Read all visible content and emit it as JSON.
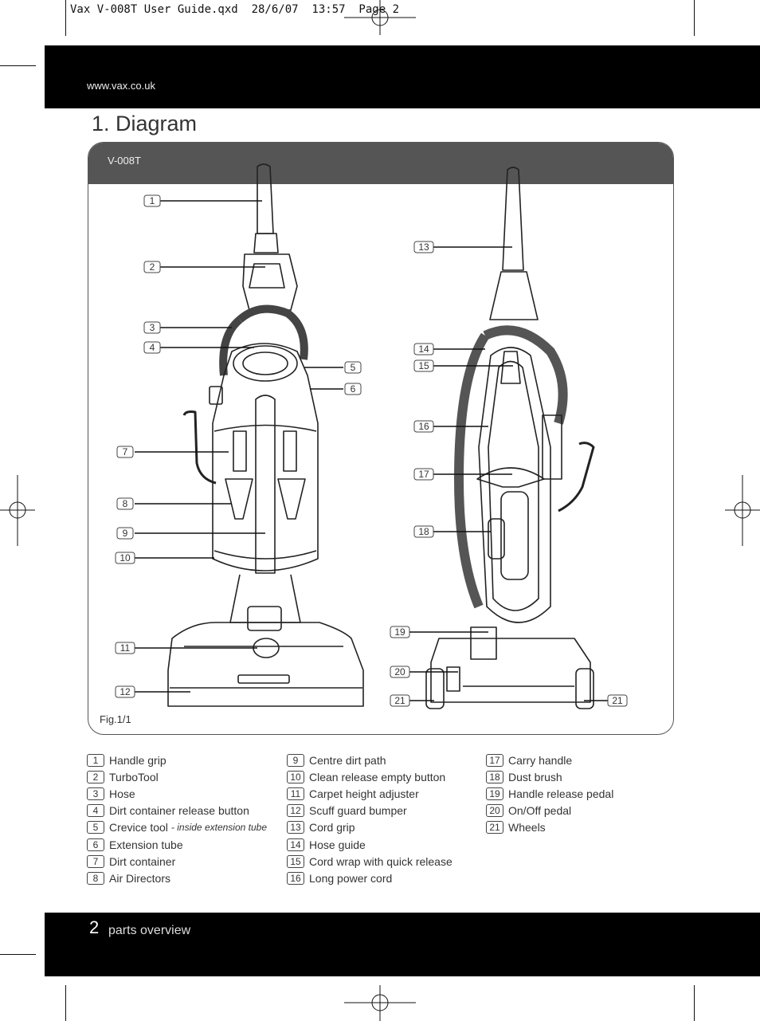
{
  "slug": "Vax V-008T User Guide.qxd  28/6/07  13:57  Page 2",
  "header": {
    "url": "www.vax.co.uk",
    "title": "1. Diagram"
  },
  "panel": {
    "model": "V-008T",
    "fig_label": "Fig.1/1"
  },
  "callouts": [
    "1",
    "2",
    "3",
    "4",
    "5",
    "6",
    "7",
    "8",
    "9",
    "10",
    "11",
    "12",
    "13",
    "14",
    "15",
    "16",
    "17",
    "18",
    "19",
    "20",
    "21"
  ],
  "legend": {
    "col1": [
      {
        "n": "1",
        "label": "Handle grip"
      },
      {
        "n": "2",
        "label": "TurboTool"
      },
      {
        "n": "3",
        "label": "Hose"
      },
      {
        "n": "4",
        "label": "Dirt container release button"
      },
      {
        "n": "5",
        "label": "Crevice tool",
        "note": "- inside extension tube"
      },
      {
        "n": "6",
        "label": "Extension tube"
      },
      {
        "n": "7",
        "label": "Dirt container"
      },
      {
        "n": "8",
        "label": "Air Directors"
      }
    ],
    "col2": [
      {
        "n": "9",
        "label": "Centre dirt path"
      },
      {
        "n": "10",
        "label": "Clean release empty button"
      },
      {
        "n": "11",
        "label": "Carpet height adjuster"
      },
      {
        "n": "12",
        "label": "Scuff guard bumper"
      },
      {
        "n": "13",
        "label": "Cord grip"
      },
      {
        "n": "14",
        "label": "Hose guide"
      },
      {
        "n": "15",
        "label": "Cord wrap with quick release"
      },
      {
        "n": "16",
        "label": "Long power cord"
      }
    ],
    "col3": [
      {
        "n": "17",
        "label": "Carry handle"
      },
      {
        "n": "18",
        "label": "Dust brush"
      },
      {
        "n": "19",
        "label": "Handle release pedal"
      },
      {
        "n": "20",
        "label": "On/Off pedal"
      },
      {
        "n": "21",
        "label": "Wheels"
      }
    ]
  },
  "footer": {
    "page_number": "2",
    "section": "parts overview"
  }
}
